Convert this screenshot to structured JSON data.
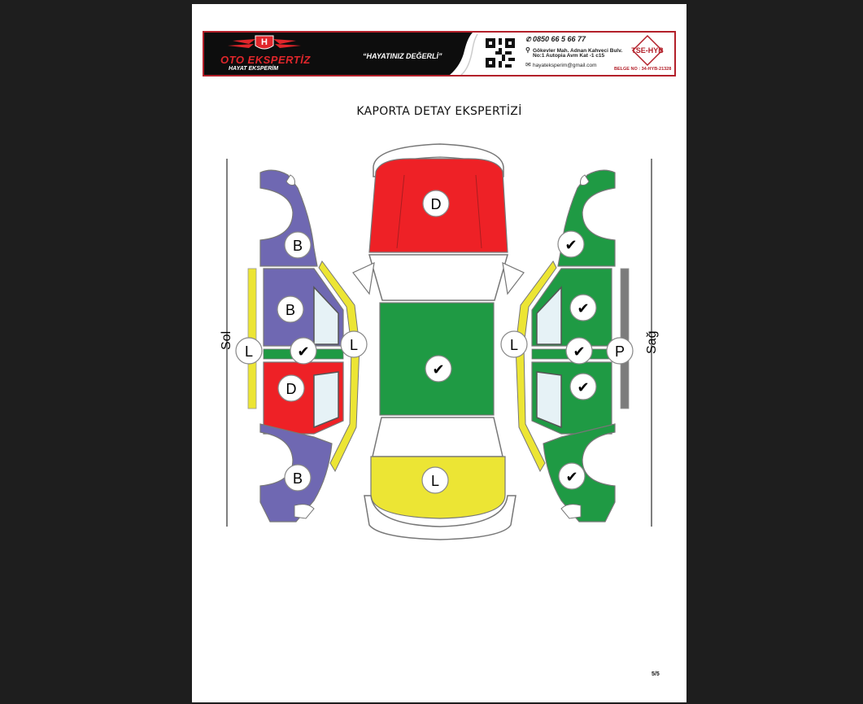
{
  "header": {
    "brand_name": "OTO EKSPERTİZ",
    "brand_sub": "HAYAT EKSPERİM",
    "slogan": "“HAYATINIZ DEĞERLİ”",
    "phone": "0850 66 5 66 77",
    "address_line1": "Gökevler Mah. Adnan Kahveci Bulv.",
    "address_line2": "No:1 Autopia Avm Kat -1 c15",
    "email": "hayateksperim@gmail.com",
    "cert_badge": "TSE-HYB",
    "cert_number": "BELGE NO : 34-HYB-21328",
    "logo_letter": "H"
  },
  "title": "KAPORTA DETAY EKSPERTİZİ",
  "sides": {
    "left": "Sol",
    "right": "Sağ"
  },
  "colors": {
    "original": "#1f9a44",
    "painted": "#ee2126",
    "local_painted": "#ece534",
    "changed": "#6f68b2",
    "plastic": "#7c7c7c",
    "brand_red": "#b3202a"
  },
  "markers": {
    "hood": "D",
    "roof": "✔",
    "trunk": "L",
    "left_front_fender": "B",
    "left_front_door": "B",
    "left_rocker_front": "L",
    "left_center": "✔",
    "left_sill": "L",
    "left_rear_door": "D",
    "left_rear_fender": "B",
    "right_front_fender": "✔",
    "right_front_door": "✔",
    "right_sill": "L",
    "right_center": "✔",
    "right_rocker": "P",
    "right_rear_door": "✔",
    "right_rear_fender": "✔"
  },
  "page_number": "5/5"
}
